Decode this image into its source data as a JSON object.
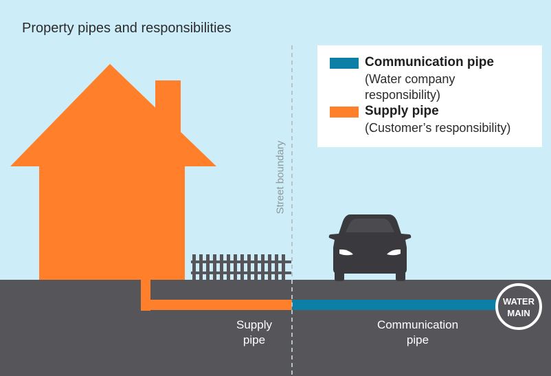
{
  "title": "Property pipes and responsibilities",
  "legend": {
    "items": [
      {
        "name": "Communication pipe",
        "description": [
          "(Water company",
          "responsibility)"
        ],
        "color": "#0b7fa5"
      },
      {
        "name": "Supply pipe",
        "description": [
          "(Customer’s responsibility)"
        ],
        "color": "#ff7f2a"
      }
    ]
  },
  "street_boundary_label": "Street boundary",
  "labels": {
    "supply_pipe": [
      "Supply",
      "pipe"
    ],
    "communication_pipe": [
      "Communication",
      "pipe"
    ],
    "water_main": [
      "WATER",
      "MAIN"
    ]
  },
  "colors": {
    "sky": "#cdeef8",
    "ground": "#55555a",
    "house": "#ff7f2a",
    "supply_pipe": "#ff7f2a",
    "communication_pipe": "#0b7fa5",
    "car": "#3a3a3e",
    "fence": "#55555a"
  },
  "icons": [
    "house-icon",
    "fence-icon",
    "car-icon",
    "water-main-icon"
  ]
}
